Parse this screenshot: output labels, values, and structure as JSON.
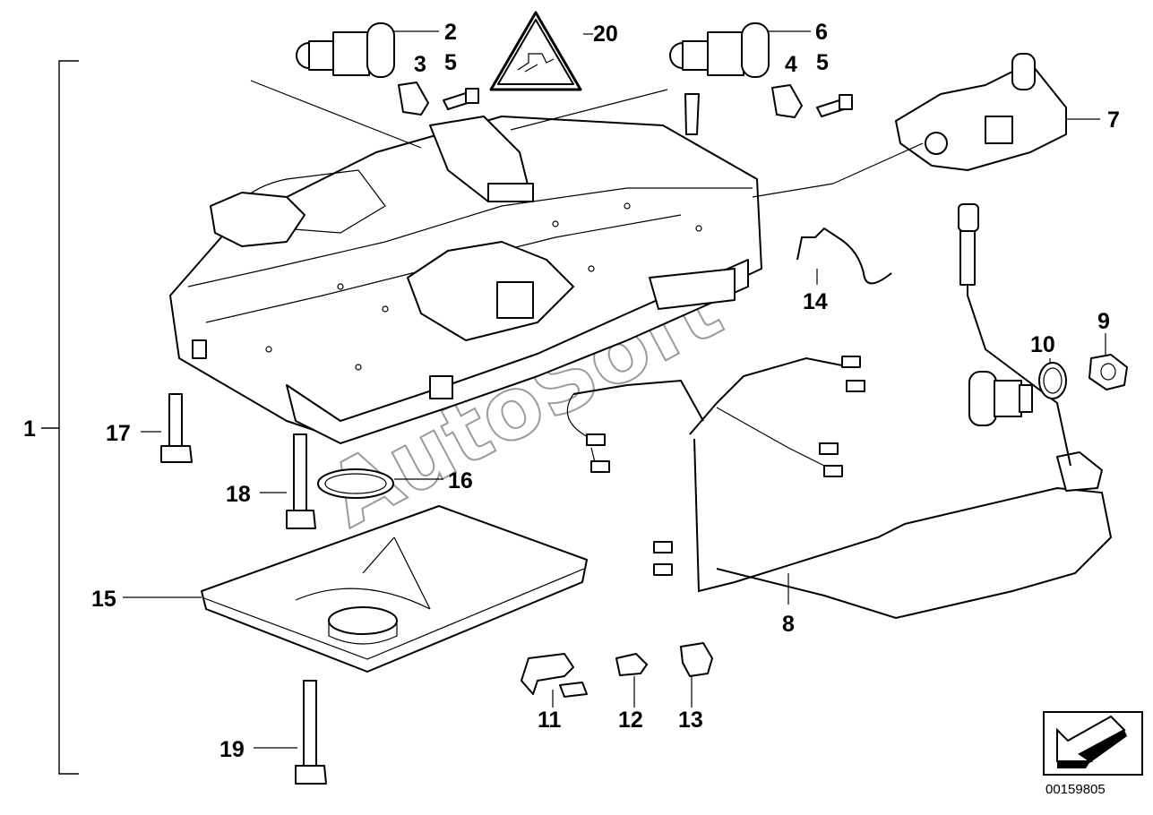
{
  "diagram": {
    "callouts": [
      "1",
      "2",
      "3",
      "4",
      "5",
      "5",
      "6",
      "7",
      "8",
      "9",
      "10",
      "11",
      "12",
      "13",
      "14",
      "15",
      "16",
      "17",
      "18",
      "19",
      "20"
    ],
    "watermark": "AutoSoft",
    "part_code": "00159805",
    "nav_icon": "arrow-down-left-icon",
    "colors": {
      "ink": "#000000",
      "paper": "#ffffff",
      "watermark": "#8a8a8a"
    }
  }
}
